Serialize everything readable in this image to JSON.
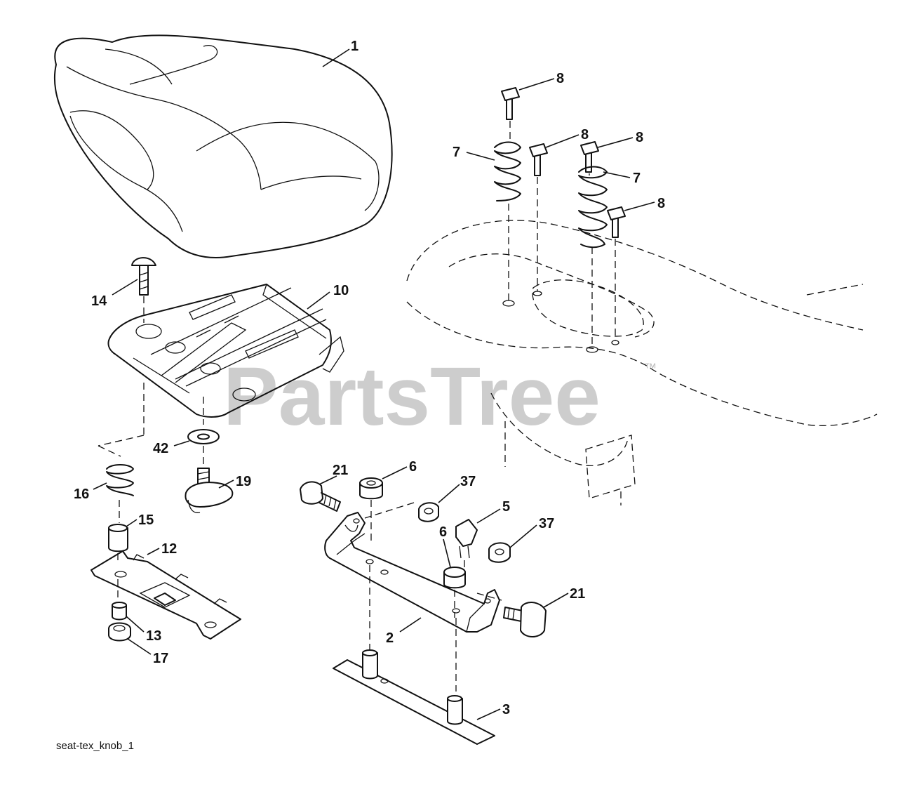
{
  "watermark": {
    "text": "PartsTree",
    "trademark": "™"
  },
  "caption": "seat-tex_knob_1",
  "callouts": [
    {
      "id": "seat",
      "label": "1"
    },
    {
      "id": "bolt-8-a",
      "label": "8"
    },
    {
      "id": "spring-7-a",
      "label": "7"
    },
    {
      "id": "bolt-8-b",
      "label": "8"
    },
    {
      "id": "bolt-8-c",
      "label": "8"
    },
    {
      "id": "spring-7-b",
      "label": "7"
    },
    {
      "id": "bolt-8-d",
      "label": "8"
    },
    {
      "id": "carriage-bolt",
      "label": "14"
    },
    {
      "id": "seat-pan",
      "label": "10"
    },
    {
      "id": "washer",
      "label": "42"
    },
    {
      "id": "knob",
      "label": "19"
    },
    {
      "id": "spring-16",
      "label": "16"
    },
    {
      "id": "spacer",
      "label": "15"
    },
    {
      "id": "slide-plate",
      "label": "12"
    },
    {
      "id": "nut-13",
      "label": "13"
    },
    {
      "id": "nut-17",
      "label": "17"
    },
    {
      "id": "bolt-21-a",
      "label": "21"
    },
    {
      "id": "nut-6-a",
      "label": "6"
    },
    {
      "id": "nut-37-a",
      "label": "37"
    },
    {
      "id": "switch-5",
      "label": "5"
    },
    {
      "id": "nut-37-b",
      "label": "37"
    },
    {
      "id": "nut-6-b",
      "label": "6"
    },
    {
      "id": "bracket",
      "label": "2"
    },
    {
      "id": "bolt-21-b",
      "label": "21"
    },
    {
      "id": "bottom-plate",
      "label": "3"
    }
  ]
}
